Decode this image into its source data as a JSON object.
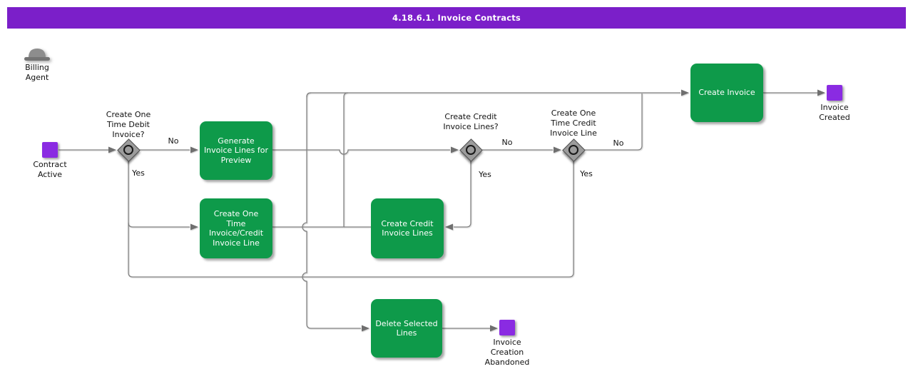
{
  "title": "4.18.6.1. Invoice Contracts",
  "colors": {
    "title_bar": "#7B1FC9",
    "event_node": "#8A2BE2",
    "task_node": "#0E9A4A",
    "gateway_fill": "#9C9C9C",
    "connector": "#828282"
  },
  "actor": {
    "name": "Billing\nAgent",
    "icon": "bowler-hat-icon"
  },
  "events": {
    "start": {
      "label": "Contract\nActive"
    },
    "end_created": {
      "label": "Invoice\nCreated"
    },
    "end_abandoned": {
      "label": "Invoice\nCreation\nAbandoned"
    }
  },
  "gateways": {
    "debit": {
      "question": "Create One\nTime Debit\nInvoice?",
      "yes": "Yes",
      "no": "No"
    },
    "credit_lines": {
      "question": "Create Credit\nInvoice Lines?",
      "yes": "Yes",
      "no": "No"
    },
    "credit_line": {
      "question": "Create One\nTime Credit\nInvoice Line",
      "yes": "Yes",
      "no": "No"
    }
  },
  "tasks": {
    "generate_preview": {
      "label": "Generate\nInvoice Lines for\nPreview"
    },
    "create_one_time": {
      "label": "Create One\nTime\nInvoice/Credit\nInvoice Line"
    },
    "create_credit_lines": {
      "label": "Create Credit\nInvoice Lines"
    },
    "create_invoice": {
      "label": "Create Invoice"
    },
    "delete_selected": {
      "label": "Delete Selected\nLines"
    }
  }
}
